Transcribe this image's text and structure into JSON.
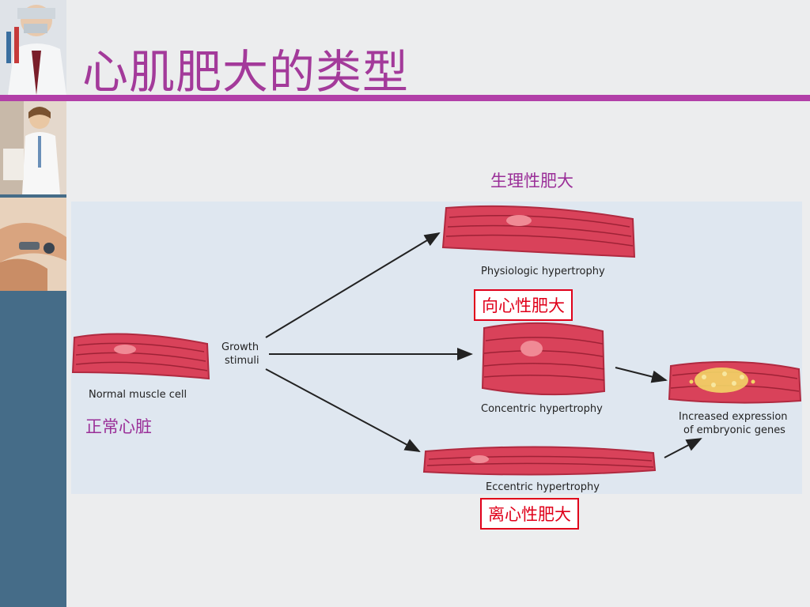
{
  "slide": {
    "title": "心肌肥大的类型"
  },
  "annotations": {
    "physiologic": "生理性肥大",
    "concentric": "向心性肥大",
    "normal": "正常心脏",
    "eccentric": "离心性肥大"
  },
  "figure": {
    "normal_cell_label": "Normal muscle cell",
    "stimulus_label_line1": "Growth",
    "stimulus_label_line2": "stimuli",
    "physiologic_label": "Physiologic hypertrophy",
    "concentric_label": "Concentric hypertrophy",
    "eccentric_label": "Eccentric hypertrophy",
    "outcome_label_line1": "Increased expression",
    "outcome_label_line2": "of embryonic genes"
  },
  "colors": {
    "title": "#a33a9a",
    "rule": "#b23fa8",
    "sidebar": "#456c88",
    "panel": "#dfe7f0",
    "cell_fill": "#d9425a",
    "cell_edge": "#b02a40",
    "cell_stripe": "#9e2236",
    "nucleus": "#f08a95",
    "granule": "#f2d566",
    "box_border": "#e0001a"
  }
}
